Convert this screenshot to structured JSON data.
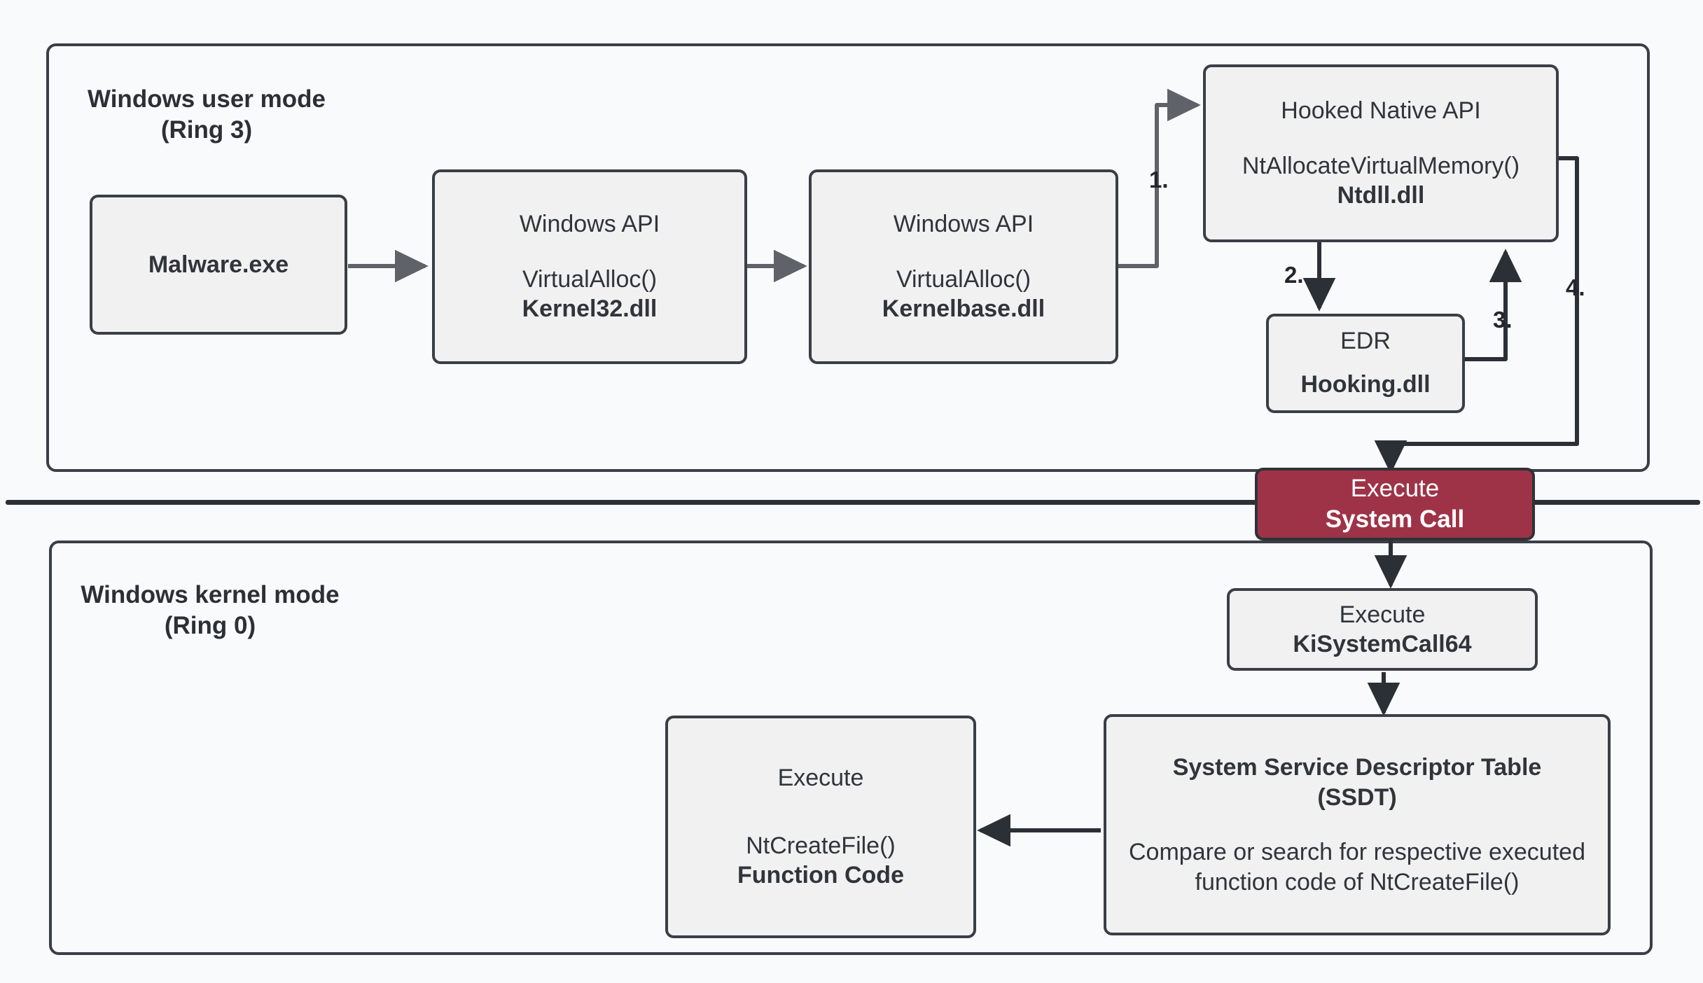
{
  "diagram": {
    "title_hidden": "",
    "zones": [
      {
        "id": "user-mode",
        "label": "Windows user mode\n(Ring 3)"
      },
      {
        "id": "kernel-mode",
        "label": "Windows kernel mode\n(Ring 0)"
      }
    ],
    "nodes": [
      {
        "id": "malware",
        "l1": "",
        "l2": "",
        "l3": "Malware.exe"
      },
      {
        "id": "kernel32",
        "l1": "Windows API",
        "l2": "VirtualAlloc()",
        "l3": "Kernel32.dll"
      },
      {
        "id": "kernelbase",
        "l1": "Windows API",
        "l2": "VirtualAlloc()",
        "l3": "Kernelbase.dll"
      },
      {
        "id": "hooked-ntdll",
        "l1": "Hooked Native API",
        "l2": "NtAllocateVirtualMemory()",
        "l3": "Ntdll.dll"
      },
      {
        "id": "edr",
        "l1": "EDR",
        "l2": "",
        "l3": "Hooking.dll"
      },
      {
        "id": "syscall",
        "l1": "Execute",
        "l2": "",
        "l3": "System Call"
      },
      {
        "id": "kisyscall",
        "l1": "Execute",
        "l2": "",
        "l3": "KiSystemCall64"
      },
      {
        "id": "ssdt",
        "l1": "System Service Descriptor Table",
        "l2": "(SSDT)",
        "l3": "Compare or search for respective executed function code of NtCreateFile()"
      },
      {
        "id": "funccode",
        "l1": "Execute",
        "l2": "NtCreateFile()",
        "l3": "Function Code"
      }
    ],
    "steps": [
      {
        "id": "step-1",
        "label": "1."
      },
      {
        "id": "step-2",
        "label": "2."
      },
      {
        "id": "step-3",
        "label": "3."
      },
      {
        "id": "step-4",
        "label": "4."
      }
    ],
    "colors": {
      "page_background": "#f9fafc",
      "node_fill": "#f1f1f1",
      "node_stroke": "#3a3e46",
      "accent_red": "#9e3347",
      "text": "#30343b",
      "arrow_grey": "#5f6268",
      "arrow_dark": "#2b2f36"
    }
  }
}
